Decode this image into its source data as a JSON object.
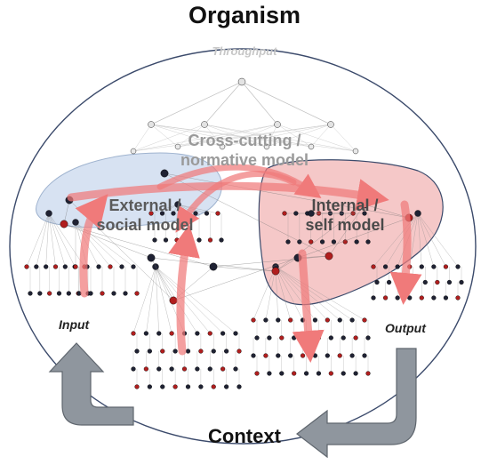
{
  "labels": {
    "organism": "Organism",
    "context": "Context",
    "throughput": "Throughput",
    "input": "Input",
    "output": "Output",
    "cross_cutting_line1": "Cross-cutting /",
    "cross_cutting_line2": "normative model",
    "external_line1": "External /",
    "external_line2": "social model",
    "internal_line1": "Internal /",
    "internal_line2": "self model"
  },
  "colors": {
    "ellipse_stroke": "#3b4a6b",
    "external_fill": "#c9d8ee",
    "internal_fill": "#f2b6b6",
    "arrow_red": "#f07a7a",
    "loop_arrow": "#8f969e",
    "node_dark": "#1f2233",
    "node_red": "#b01e1e",
    "edges": "#8a8a8a"
  },
  "icons": {
    "loop_left": "curved-arrow-up-icon",
    "loop_right": "curved-arrow-left-icon"
  }
}
